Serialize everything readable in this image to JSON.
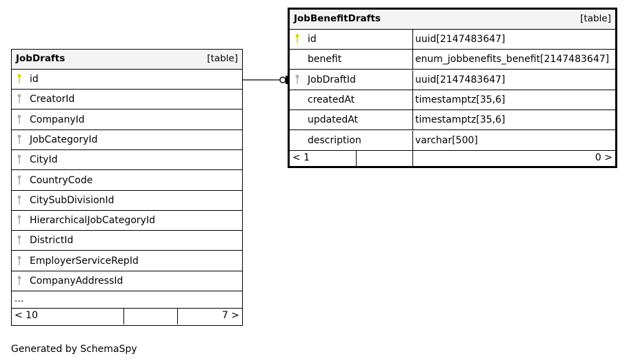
{
  "job_drafts": {
    "name": "JobDrafts",
    "type": "[table]",
    "columns": [
      {
        "name": "id",
        "key": "primary"
      },
      {
        "name": "CreatorId",
        "key": "foreign"
      },
      {
        "name": "CompanyId",
        "key": "foreign"
      },
      {
        "name": "JobCategoryId",
        "key": "foreign"
      },
      {
        "name": "CityId",
        "key": "foreign"
      },
      {
        "name": "CountryCode",
        "key": "foreign"
      },
      {
        "name": "CitySubDivisionId",
        "key": "foreign"
      },
      {
        "name": "HierarchicalJobCategoryId",
        "key": "foreign"
      },
      {
        "name": "DistrictId",
        "key": "foreign"
      },
      {
        "name": "EmployerServiceRepId",
        "key": "foreign"
      },
      {
        "name": "CompanyAddressId",
        "key": "foreign"
      }
    ],
    "more": "...",
    "footer_left": "< 10",
    "footer_right": "7 >"
  },
  "job_benefit_drafts": {
    "name": "JobBenefitDrafts",
    "type": "[table]",
    "columns": [
      {
        "name": "id",
        "type": "uuid[2147483647]",
        "key": "primary"
      },
      {
        "name": "benefit",
        "type": "enum_jobbenefits_benefit[2147483647]",
        "key": "none"
      },
      {
        "name": "JobDraftId",
        "type": "uuid[2147483647]",
        "key": "foreign"
      },
      {
        "name": "createdAt",
        "type": "timestamptz[35,6]",
        "key": "none"
      },
      {
        "name": "updatedAt",
        "type": "timestamptz[35,6]",
        "key": "none"
      },
      {
        "name": "description",
        "type": "varchar[500]",
        "key": "none"
      }
    ],
    "footer_left": "< 1",
    "footer_right": "0 >"
  },
  "colors": {
    "primary_key": "#d6d600",
    "foreign_key": "#b0b0b0"
  },
  "footer": "Generated by SchemaSpy"
}
